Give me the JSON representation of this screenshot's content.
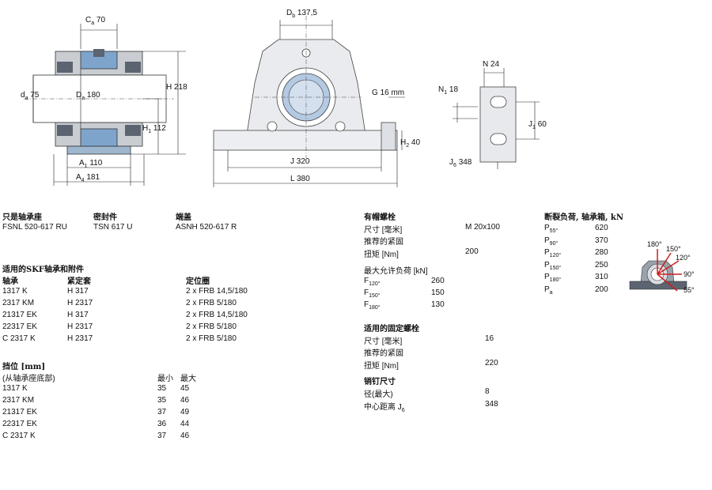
{
  "drawing": {
    "side": {
      "Ca": "70",
      "da": "75",
      "Da": "180",
      "H": "218",
      "H1": "112",
      "A1": "110",
      "A4": "181"
    },
    "front": {
      "Db": "137,5",
      "G": "16 mm",
      "H2": "40",
      "J": "320",
      "L": "380"
    },
    "base": {
      "N": "24",
      "N1": "18",
      "J1": "60",
      "J6": "348"
    },
    "load_angles": [
      "180°",
      "150°",
      "120°",
      "90°",
      "55°"
    ],
    "colors": {
      "housing": "#c9cdd2",
      "bearing_blue": "#7ea4cc",
      "dark": "#5b6470",
      "arrow_red": "#cc1f1f"
    }
  },
  "housing": {
    "heads": [
      "只是轴承座",
      "密封件",
      "端盖"
    ],
    "values": [
      "FSNL 520-617 RU",
      "TSN 617 U",
      "ASNH 520-617 R"
    ]
  },
  "bearings": {
    "title": "适用的SKF轴承和附件",
    "headers": [
      "轴承",
      "紧定套",
      "定位圈"
    ],
    "rows": [
      [
        "1317 K",
        "H 317",
        "2 x FRB 14,5/180"
      ],
      [
        "2317 KM",
        "H 2317",
        "2 x FRB 5/180"
      ],
      [
        "21317 EK",
        "H 317",
        "2 x FRB 14,5/180"
      ],
      [
        "22317 EK",
        "H 2317",
        "2 x FRB 5/180"
      ],
      [
        "C 2317 K",
        "H 2317",
        "2 x FRB 5/180"
      ]
    ]
  },
  "shoulder": {
    "title": "挡位 [mm]",
    "subtitle": "(从轴承座底部)",
    "min_label": "最小",
    "max_label": "最大",
    "rows": [
      [
        "1317 K",
        "35",
        "45"
      ],
      [
        "2317 KM",
        "35",
        "46"
      ],
      [
        "21317 EK",
        "37",
        "49"
      ],
      [
        "22317 EK",
        "36",
        "44"
      ],
      [
        "C 2317 K",
        "37",
        "46"
      ]
    ]
  },
  "cap_bolts": {
    "title": "有帽螺栓",
    "size_label": "尺寸 [毫米]",
    "size_value": "M 20x100",
    "torque_heading": "推荐的紧固",
    "torque_label": "扭矩 [Nm]",
    "torque_value": "200",
    "load_title": "最大允许负荷 [kN]",
    "loads": [
      {
        "sym": "F",
        "sub": "120°",
        "val": "260"
      },
      {
        "sym": "F",
        "sub": "150°",
        "val": "150"
      },
      {
        "sym": "F",
        "sub": "180°",
        "val": "130"
      }
    ]
  },
  "attach_bolts": {
    "title": "适用的固定螺栓",
    "size_label": "尺寸 [毫米]",
    "size_value": "16",
    "torque_heading": "推荐的紧固",
    "torque_label": "扭矩 [Nm]",
    "torque_value": "220"
  },
  "dowel": {
    "title": "销钉尺寸",
    "dia_label": "径(最大)",
    "dia_value": "8",
    "dist_label": "中心距离 J",
    "dist_sub": "6",
    "dist_value": "348"
  },
  "breaking": {
    "title": "断裂负荷, 轴承箱, kN",
    "rows": [
      {
        "sym": "P",
        "sub": "55°",
        "val": "620"
      },
      {
        "sym": "P",
        "sub": "90°",
        "val": "370"
      },
      {
        "sym": "P",
        "sub": "120°",
        "val": "280"
      },
      {
        "sym": "P",
        "sub": "150°",
        "val": "250"
      },
      {
        "sym": "P",
        "sub": "180°",
        "val": "310"
      },
      {
        "sym": "P",
        "sub": "a",
        "val": "200"
      }
    ]
  }
}
